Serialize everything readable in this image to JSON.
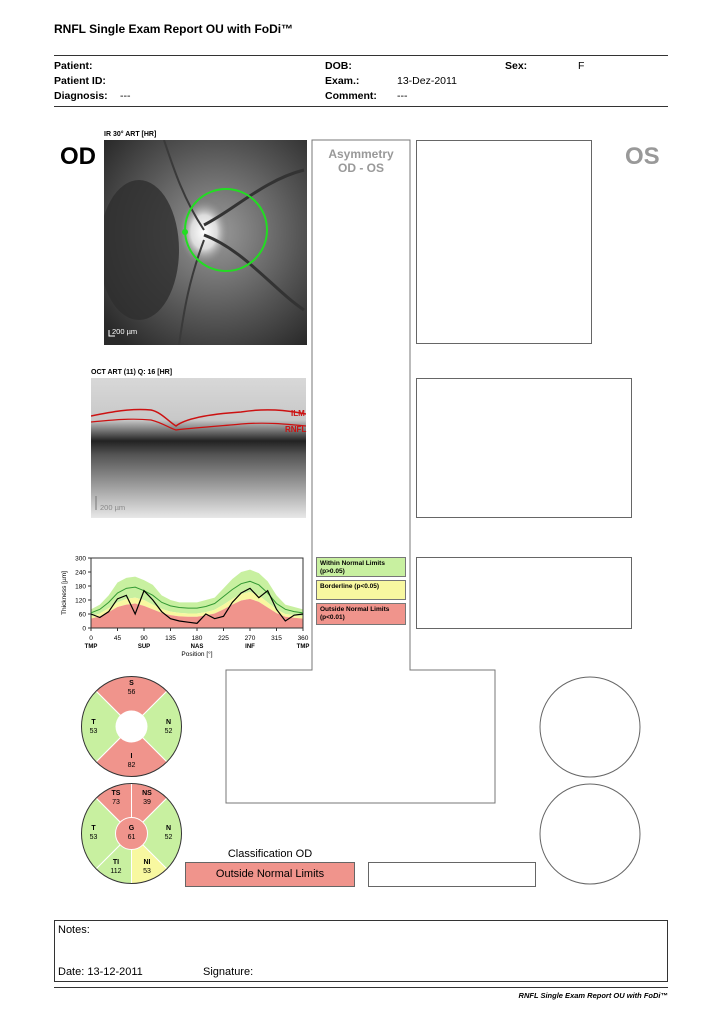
{
  "report": {
    "title": "RNFL Single Exam Report OU with FoDi™",
    "footer_title": "RNFL Single Exam Report OU with FoDi™"
  },
  "patient": {
    "patient_label": "Patient:",
    "patient_id_label": "Patient ID:",
    "diagnosis_label": "Diagnosis:",
    "diagnosis_value": "---",
    "dob_label": "DOB:",
    "exam_label": "Exam.:",
    "exam_value": "13-Dez-2011",
    "comment_label": "Comment:",
    "comment_value": "---",
    "sex_label": "Sex:",
    "sex_value": "F"
  },
  "eyes": {
    "od": "OD",
    "os": "OS"
  },
  "asymmetry": {
    "line1": "Asymmetry",
    "line2": "OD - OS"
  },
  "fundus": {
    "title": "IR 30° ART [HR]",
    "scale": "200 µm"
  },
  "oct": {
    "title": "OCT ART (11) Q: 16 [HR]",
    "ilm": "ILM",
    "rnfl": "RNFL",
    "scale": "200 µm"
  },
  "legend": {
    "within": "Within Normal Limits (p>0.05)",
    "borderline": "Borderline (p<0.05)",
    "outside": "Outside Normal Limits (p<0.01)",
    "colors": {
      "within": "#c8f0a0",
      "borderline": "#f8f8a0",
      "outside": "#f0948c"
    }
  },
  "chart_data": {
    "type": "line",
    "ylabel": "Thickness [µm]",
    "xlabel": "Position [°]",
    "xlim": [
      0,
      360
    ],
    "ylim": [
      0,
      300
    ],
    "x_ticks": [
      0,
      45,
      90,
      135,
      180,
      225,
      270,
      315,
      360
    ],
    "y_ticks": [
      0,
      60,
      120,
      180,
      240,
      300
    ],
    "region_labels": [
      {
        "label": "TMP",
        "x": 0
      },
      {
        "label": "SUP",
        "x": 90
      },
      {
        "label": "NAS",
        "x": 180
      },
      {
        "label": "INF",
        "x": 270
      },
      {
        "label": "TMP",
        "x": 360
      }
    ],
    "x": [
      0,
      15,
      30,
      45,
      60,
      75,
      90,
      105,
      120,
      135,
      150,
      165,
      180,
      195,
      210,
      225,
      240,
      255,
      270,
      285,
      300,
      315,
      330,
      345,
      360
    ],
    "normal_upper": [
      80,
      100,
      140,
      195,
      215,
      220,
      205,
      185,
      140,
      120,
      110,
      110,
      110,
      120,
      130,
      170,
      210,
      240,
      250,
      235,
      200,
      140,
      100,
      90,
      80
    ],
    "normal_mean": [
      65,
      80,
      110,
      150,
      170,
      175,
      160,
      140,
      110,
      95,
      88,
      85,
      85,
      92,
      105,
      135,
      165,
      190,
      200,
      185,
      150,
      105,
      80,
      70,
      65
    ],
    "borderline_lower": [
      50,
      62,
      85,
      110,
      125,
      130,
      120,
      100,
      82,
      70,
      65,
      62,
      62,
      68,
      78,
      100,
      125,
      145,
      155,
      140,
      110,
      80,
      60,
      55,
      50
    ],
    "outside_upper": [
      40,
      50,
      68,
      90,
      100,
      105,
      95,
      80,
      65,
      55,
      50,
      48,
      48,
      54,
      62,
      80,
      100,
      118,
      125,
      112,
      88,
      64,
      48,
      44,
      40
    ],
    "series": [
      {
        "values": [
          60,
          45,
          70,
          125,
          140,
          60,
          160,
          120,
          70,
          40,
          30,
          25,
          20,
          60,
          40,
          50,
          110,
          150,
          170,
          130,
          160,
          80,
          30,
          55,
          60
        ]
      }
    ]
  },
  "sectors_6": {
    "S": {
      "label": "S",
      "value": "56"
    },
    "T": {
      "label": "T",
      "value": "53"
    },
    "N": {
      "label": "N",
      "value": "52"
    },
    "I": {
      "label": "I",
      "value": "82"
    }
  },
  "sectors_g": {
    "TS": {
      "label": "TS",
      "value": "73"
    },
    "NS": {
      "label": "NS",
      "value": "39"
    },
    "T": {
      "label": "T",
      "value": "53"
    },
    "G": {
      "label": "G",
      "value": "61"
    },
    "N": {
      "label": "N",
      "value": "52"
    },
    "TI": {
      "label": "TI",
      "value": "112"
    },
    "NI": {
      "label": "NI",
      "value": "53"
    }
  },
  "classification": {
    "title": "Classification OD",
    "value": "Outside Normal Limits"
  },
  "notes": {
    "label": "Notes:",
    "date_label": "Date: 13-12-2011",
    "signature_label": "Signature:"
  }
}
